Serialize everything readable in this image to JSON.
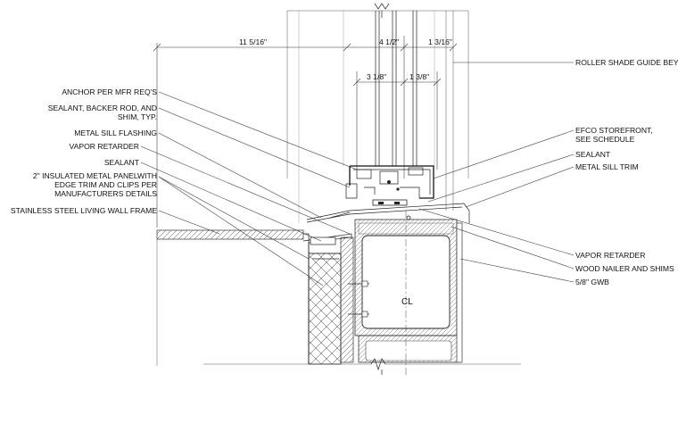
{
  "dimensions": {
    "overall": "11 5/16\"",
    "glazing_depth": "4 1/2\"",
    "guide_offset": "1 3/16\"",
    "frame_depth": "3 1/8\"",
    "frame_offset": "1 3/8\""
  },
  "left_labels": [
    "ANCHOR PER MFR REQ'S",
    "SEALANT, BACKER ROD, AND",
    "SHIM, TYP.",
    "METAL SILL FLASHING",
    "VAPOR RETARDER",
    "SEALANT",
    "2\" INSULATED METAL PANELWITH",
    "EDGE TRIM AND CLIPS PER",
    "MANUFACTURERS DETAILS",
    "STAINLESS STEEL LIVING WALL FRAME"
  ],
  "right_labels": [
    "ROLLER SHADE GUIDE BEYOND",
    "EFCO STOREFRONT,",
    "SEE SCHEDULE",
    "SEALANT",
    "METAL SILL TRIM",
    "VAPOR RETARDER",
    "WOOD NAILER AND SHIMS",
    "5/8\" GWB"
  ],
  "centerline_symbol": "CL"
}
